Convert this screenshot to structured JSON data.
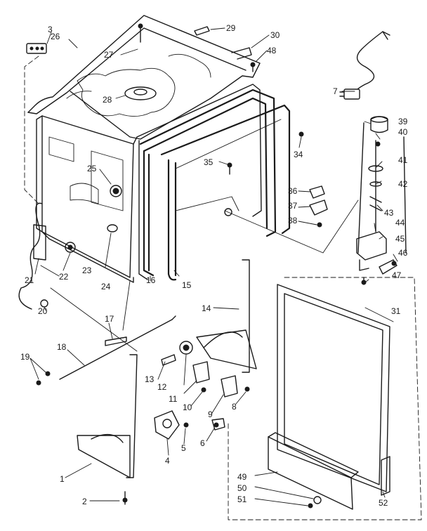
{
  "labels": {
    "p1": "1",
    "p2": "2",
    "p3": "3",
    "p4": "4",
    "p5": "5",
    "p6": "6",
    "p7": "7",
    "p8": "8",
    "p9": "9",
    "p10": "10",
    "p11": "11",
    "p12": "12",
    "p13": "13",
    "p14": "14",
    "p15": "15",
    "p16": "16",
    "p17": "17",
    "p18": "18",
    "p19": "19",
    "p20": "20",
    "p21": "21",
    "p22": "22",
    "p23": "23",
    "p24": "24",
    "p25": "25",
    "p26": "26",
    "p27": "27",
    "p28": "28",
    "p29": "29",
    "p30": "30",
    "p31": "31",
    "p34": "34",
    "p35": "35",
    "p36": "36",
    "p37": "37",
    "p38": "38",
    "p39": "39",
    "p40": "40",
    "p41": "41",
    "p42": "42",
    "p43": "43",
    "p44": "44",
    "p45": "45",
    "p46": "46",
    "p47": "47",
    "p48": "48",
    "p49": "49",
    "p50": "50",
    "p51": "51",
    "p52": "52"
  }
}
